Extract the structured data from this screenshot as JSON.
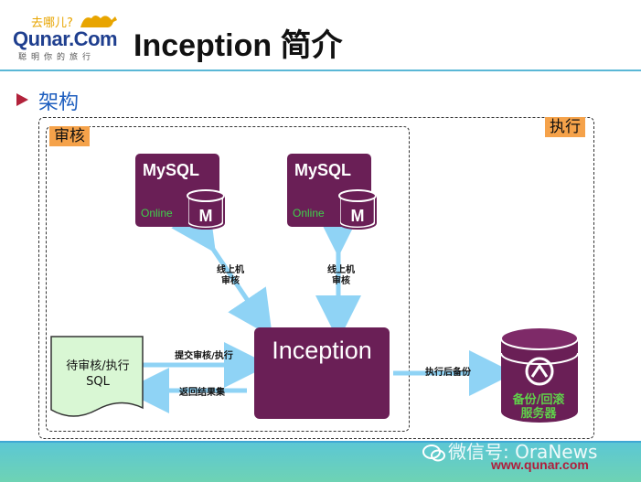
{
  "header": {
    "logo_tagline": "去哪儿?",
    "logo_brand": "Qunar.Com",
    "logo_slogan": "聪明你的旅行",
    "title": "Inception 简介"
  },
  "section": {
    "title": "架构"
  },
  "diagram": {
    "region_audit": "审核",
    "region_exec": "执行",
    "mysql_1": {
      "name": "MySQL",
      "status": "Online",
      "badge": "M"
    },
    "mysql_2": {
      "name": "MySQL",
      "status": "Online",
      "badge": "M"
    },
    "inception": "Inception",
    "sql_doc": {
      "line1": "待审核/执行",
      "line2": "SQL"
    },
    "edge_online_1": {
      "line1": "线上机",
      "line2": "审核"
    },
    "edge_online_2": {
      "line1": "线上机",
      "line2": "审核"
    },
    "edge_submit": "提交审核/执行",
    "edge_return": "返回结果集",
    "edge_backup": "执行后备份",
    "backup_server": {
      "line1": "备份/回滚",
      "line2": "服务器"
    }
  },
  "footer": {
    "watermark": "微信号: OraNews",
    "url": "www.qunar.com"
  },
  "colors": {
    "node_purple": "#6a1f56",
    "arrow_blue": "#8fd3f5",
    "tag_orange": "#f5a24a",
    "online_green": "#3fd04a",
    "title_blue": "#1f5fbf",
    "url_red": "#b01d3b"
  }
}
